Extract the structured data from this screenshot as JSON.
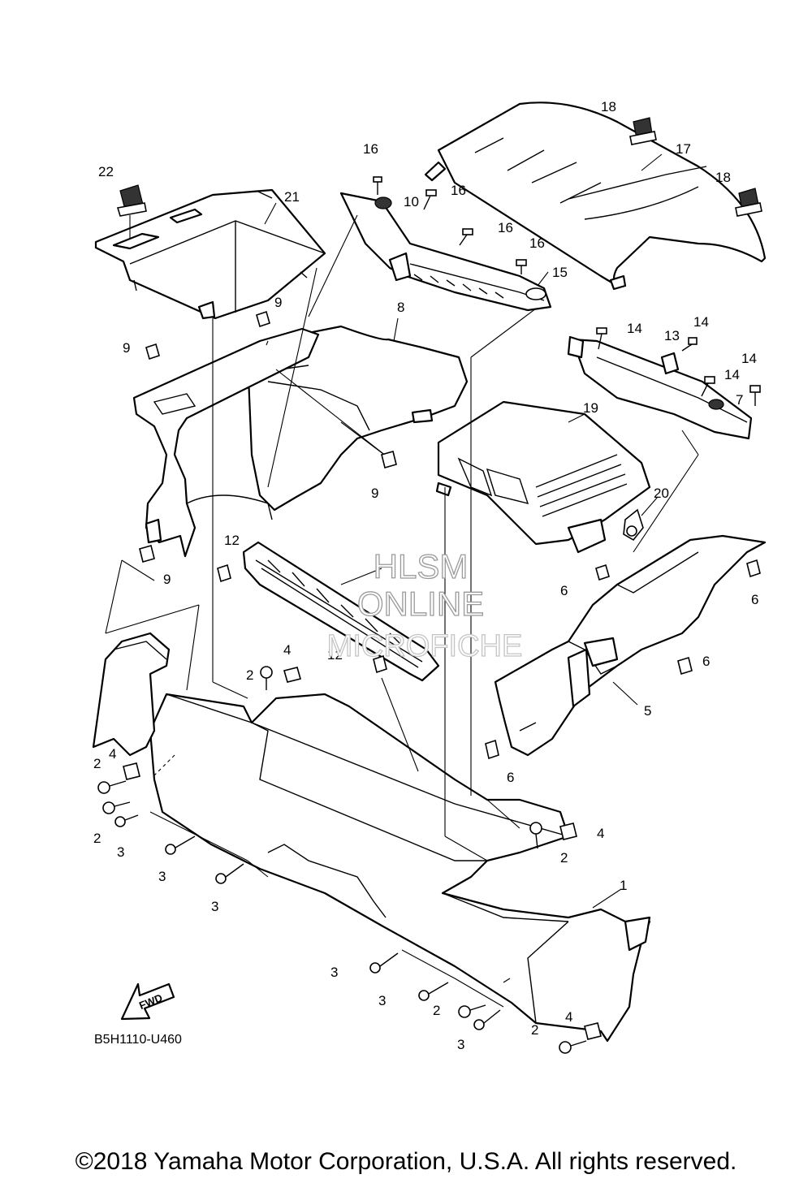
{
  "diagram_code": "B5H1110-U460",
  "copyright": "©2018 Yamaha Motor Corporation, U.S.A. All rights reserved.",
  "watermark": {
    "line1": "HLSM",
    "line2": "ONLINE",
    "line3": "MICROFICHE"
  },
  "fwd_label": "FWD",
  "callouts": {
    "c1": "1",
    "c2a": "2",
    "c2b": "2",
    "c2c": "2",
    "c2d": "2",
    "c2e": "2",
    "c2f": "2",
    "c3a": "3",
    "c3b": "3",
    "c3c": "3",
    "c3d": "3",
    "c3e": "3",
    "c3f": "3",
    "c4a": "4",
    "c4b": "4",
    "c4c": "4",
    "c4d": "4",
    "c5": "5",
    "c6a": "6",
    "c6b": "6",
    "c6c": "6",
    "c6d": "6",
    "c7": "7",
    "c8": "8",
    "c9a": "9",
    "c9b": "9",
    "c9c": "9",
    "c9d": "9",
    "c10": "10",
    "c12a": "12",
    "c12b": "12",
    "c13": "13",
    "c14a": "14",
    "c14b": "14",
    "c14c": "14",
    "c14d": "14",
    "c15": "15",
    "c16a": "16",
    "c16b": "16",
    "c16c": "16",
    "c16d": "16",
    "c17": "17",
    "c18a": "18",
    "c18b": "18",
    "c19": "19",
    "c20": "20",
    "c21": "21",
    "c22": "22"
  }
}
